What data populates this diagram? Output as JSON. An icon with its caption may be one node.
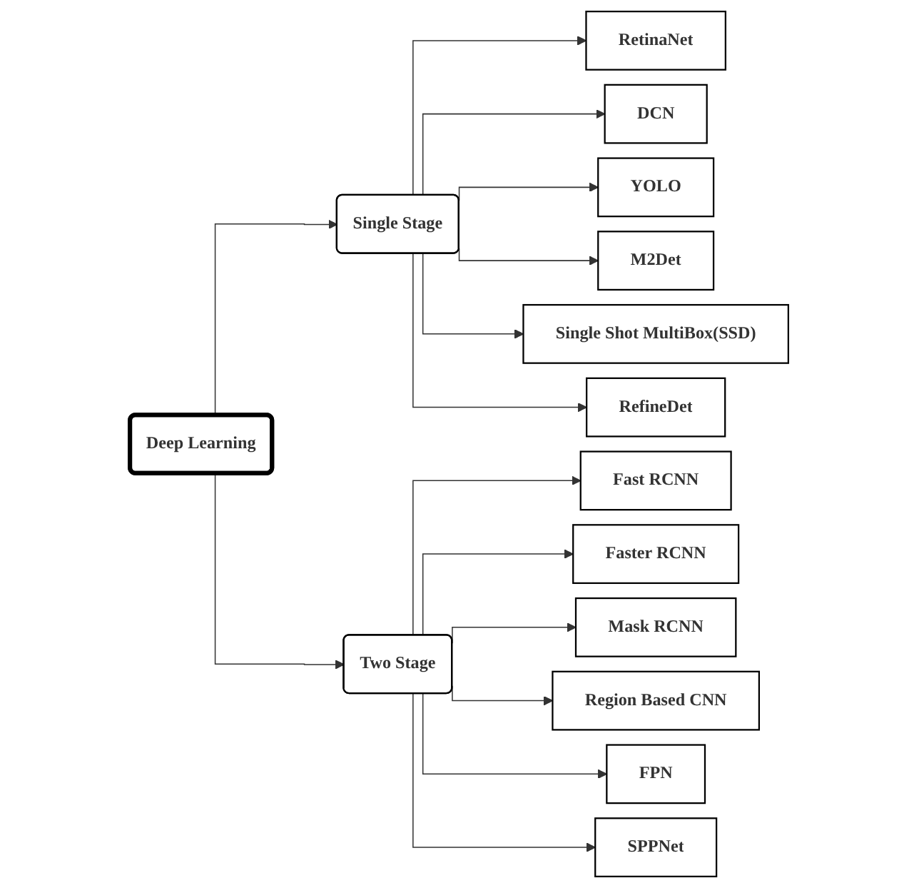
{
  "diagram": {
    "nodes": [
      {
        "text": [
          "Deep Learning"
        ]
      },
      {
        "text": [
          "Single Stage"
        ]
      },
      {
        "text": [
          "Two Stage"
        ]
      },
      {
        "text": [
          "RetinaNet"
        ]
      },
      {
        "text": [
          "DCN"
        ]
      },
      {
        "text": [
          "YOLO"
        ]
      },
      {
        "text": [
          "M2Det"
        ]
      },
      {
        "text": [
          "Single Shot MultiBox(SSD)"
        ]
      },
      {
        "text": [
          "RefineDet"
        ]
      },
      {
        "text": [
          "Fast RCNN"
        ]
      },
      {
        "text": [
          "Faster RCNN"
        ]
      },
      {
        "text": [
          "Mask RCNN"
        ]
      },
      {
        "text": [
          "Region Based CNN"
        ]
      },
      {
        "text": [
          "FPN"
        ]
      },
      {
        "text": [
          "SPPNet"
        ]
      }
    ],
    "edges": [
      {
        "from": 0,
        "to": 1,
        "arrow": "to"
      },
      {
        "from": 0,
        "to": 2,
        "arrow": "to"
      },
      {
        "from": 1,
        "to": 3,
        "arrow": "to"
      },
      {
        "from": 1,
        "to": 4,
        "arrow": "to"
      },
      {
        "from": 1,
        "to": 5,
        "arrow": "to"
      },
      {
        "from": 1,
        "to": 6,
        "arrow": "to"
      },
      {
        "from": 1,
        "to": 7,
        "arrow": "to"
      },
      {
        "from": 1,
        "to": 8,
        "arrow": "to"
      },
      {
        "from": 2,
        "to": 9,
        "arrow": "to"
      },
      {
        "from": 2,
        "to": 10,
        "arrow": "to"
      },
      {
        "from": 2,
        "to": 11,
        "arrow": "to"
      },
      {
        "from": 2,
        "to": 12,
        "arrow": "to"
      },
      {
        "from": 2,
        "to": 13,
        "arrow": "to"
      },
      {
        "from": 2,
        "to": 14,
        "arrow": "to"
      }
    ]
  }
}
